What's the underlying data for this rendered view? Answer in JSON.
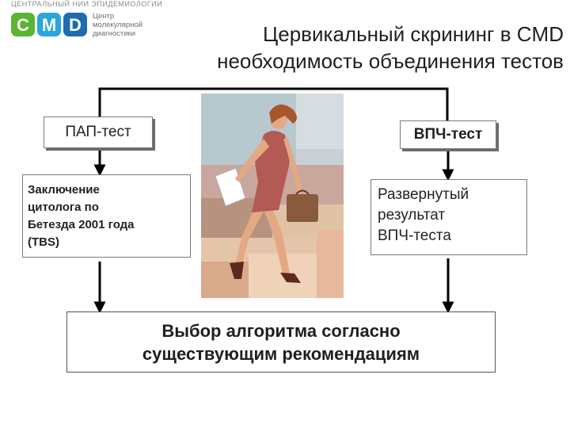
{
  "logo": {
    "tagline": "ЦЕНТРАЛЬНЫЙ НИИ ЭПИДЕМИОЛОГИИ",
    "letters": [
      "C",
      "M",
      "D"
    ],
    "lines": [
      "Центр",
      "молекулярной",
      "диагностики"
    ],
    "colors": {
      "green": "#5ab531",
      "blue": "#1e6bb0",
      "cyan": "#2aa6d9"
    }
  },
  "title": {
    "line1": "Цервикальный скрининг в CMD",
    "line2": "необходимость объединения тестов"
  },
  "left_column": {
    "test_label": "ПАП-тест",
    "result_lines": [
      "Заключение",
      "цитолога  по",
      "Бетезда 2001 года",
      "(TBS)"
    ]
  },
  "right_column": {
    "test_label": "ВПЧ-тест",
    "result_lines": [
      "Развернутый",
      "результат",
      "ВПЧ-теста"
    ]
  },
  "outcome": {
    "lines": [
      "Выбор алгоритма согласно",
      "существующим рекомендациям"
    ]
  },
  "illustration": {
    "subject": "woman-walking-with-briefcase-and-papers"
  }
}
